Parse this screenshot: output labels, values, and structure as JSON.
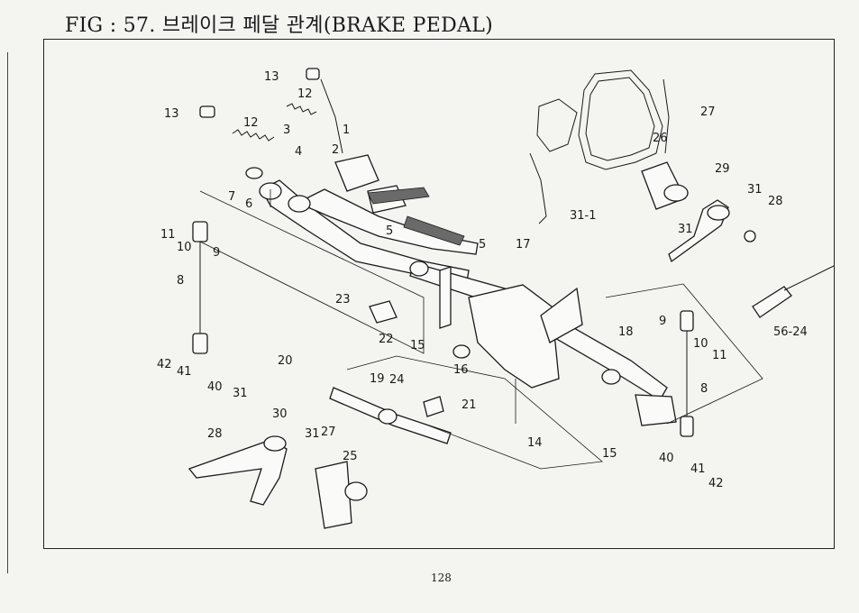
{
  "title": "FIG : 57. 브레이크 페달 관계(BRAKE PEDAL)",
  "page_number": "128",
  "callouts": [
    "13",
    "12",
    "13",
    "12",
    "3",
    "2",
    "1",
    "4",
    "7",
    "6",
    "5",
    "5",
    "11",
    "10",
    "9",
    "8",
    "42",
    "41",
    "40",
    "23",
    "22",
    "15",
    "16",
    "17",
    "18",
    "20",
    "19",
    "24",
    "21",
    "14",
    "15",
    "31",
    "30",
    "28",
    "31",
    "27",
    "25",
    "31-1",
    "27",
    "26",
    "29",
    "31",
    "28",
    "31",
    "9",
    "10",
    "11",
    "56-24",
    "8",
    "40",
    "41",
    "42"
  ]
}
